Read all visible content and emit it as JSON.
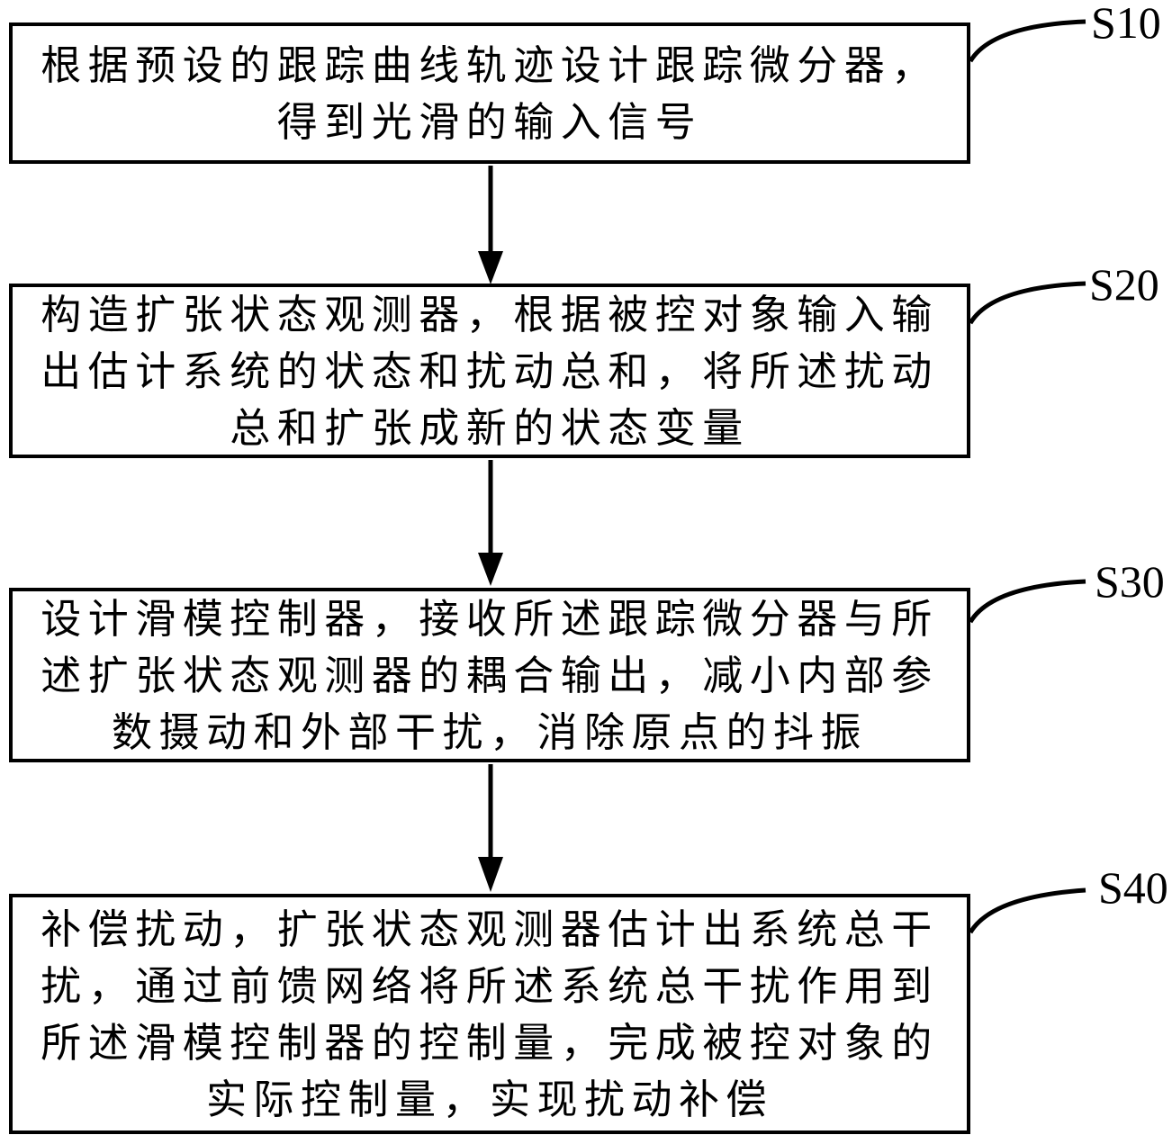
{
  "figure_type": "flowchart",
  "colors": {
    "ink": "#000000",
    "background": "#ffffff"
  },
  "steps": [
    {
      "label": "S10",
      "lines": [
        "根据预设的跟踪曲线轨迹设计跟踪微分器，",
        "得到光滑的输入信号"
      ]
    },
    {
      "label": "S20",
      "lines": [
        "构造扩张状态观测器，根据被控对象输入输",
        "出估计系统的状态和扰动总和，将所述扰动",
        "总和扩张成新的状态变量"
      ]
    },
    {
      "label": "S30",
      "lines": [
        "设计滑模控制器，接收所述跟踪微分器与所",
        "述扩张状态观测器的耦合输出，减小内部参",
        "数摄动和外部干扰，消除原点的抖振"
      ]
    },
    {
      "label": "S40",
      "lines": [
        "补偿扰动，扩张状态观测器估计出系统总干",
        "扰，通过前馈网络将所述系统总干扰作用到",
        "所述滑模控制器的控制量，完成被控对象的",
        "实际控制量，实现扰动补偿"
      ]
    }
  ]
}
